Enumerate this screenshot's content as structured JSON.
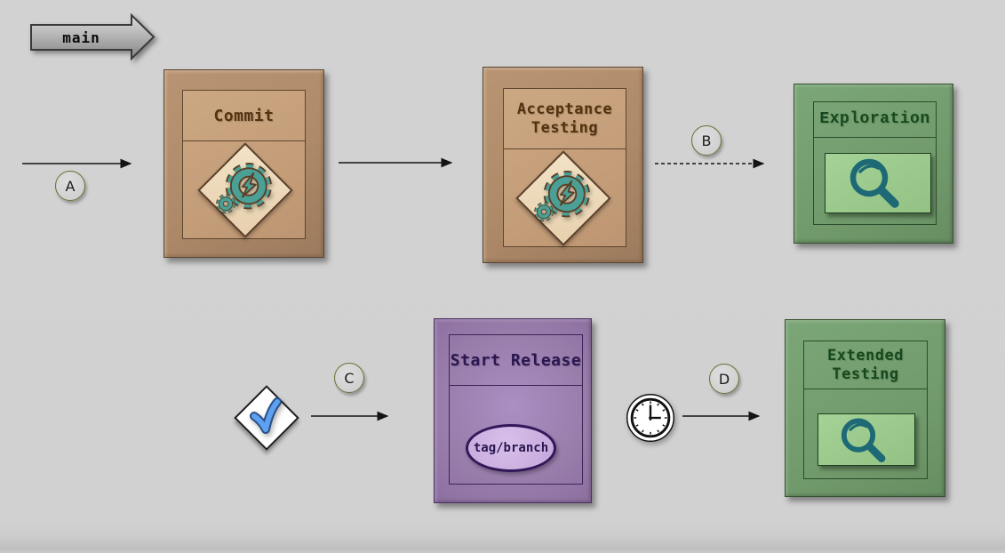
{
  "diagram": {
    "branch_pill": "main",
    "edge_labels": {
      "a": "A",
      "b": "B",
      "c": "C",
      "d": "D"
    },
    "nodes": {
      "commit": {
        "title": "Commit",
        "icon": "gear-lightning",
        "theme_color": "#ab8766"
      },
      "acceptance_testing": {
        "title": "Acceptance Testing",
        "icon": "gear-lightning",
        "theme_color": "#ab8766"
      },
      "exploration": {
        "title": "Exploration",
        "icon": "magnifier",
        "theme_color": "#739c6e"
      },
      "start_release": {
        "title": "Start Release",
        "tag_label": "tag/branch",
        "theme_color": "#967aa8"
      },
      "extended_testing": {
        "title": "Extended Testing",
        "icon": "magnifier",
        "theme_color": "#739c6e"
      }
    },
    "gates": {
      "approval": {
        "icon": "checkmark"
      },
      "schedule": {
        "icon": "clock"
      }
    },
    "edges": [
      {
        "label": "A",
        "from": "main",
        "to": "Commit",
        "style": "solid"
      },
      {
        "label": "",
        "from": "Commit",
        "to": "Acceptance Testing",
        "style": "solid"
      },
      {
        "label": "B",
        "from": "Acceptance Testing",
        "to": "Exploration",
        "style": "dashed"
      },
      {
        "label": "C",
        "from": "approval-check",
        "to": "Start Release",
        "style": "solid"
      },
      {
        "label": "D",
        "from": "clock",
        "to": "Extended Testing",
        "style": "solid"
      }
    ],
    "palette": {
      "background": "#d1d1d1",
      "brown_node": "#ab8766",
      "brown_inner": "#c49d79",
      "brown_text": "#53320f",
      "diamond_fill": "#eedcbd",
      "green_node": "#739c6e",
      "green_screen": "#9ccb8d",
      "green_text": "#164a1e",
      "purple_node": "#967aa8",
      "purple_ellipse": "#cbaee2",
      "purple_text": "#2a1650",
      "gear_teal": "#4aa096",
      "magnifier_teal": "#1d6975",
      "check_blue": "#5ea1f0",
      "badge_border": "#6d6d33"
    }
  }
}
